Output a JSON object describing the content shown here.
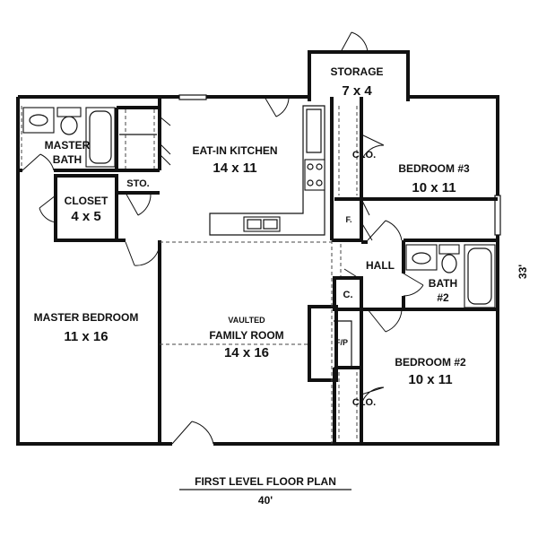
{
  "plan": {
    "title": "FIRST LEVEL FLOOR PLAN",
    "width_dim": "40'",
    "depth_dim": "33'"
  },
  "rooms": {
    "storage": {
      "name": "STORAGE",
      "size": "7 x 4"
    },
    "master_bath": {
      "name_line1": "MASTER",
      "name_line2": "BATH"
    },
    "sto": {
      "name": "STO."
    },
    "closet": {
      "name": "CLOSET",
      "size": "4 x 5"
    },
    "kitchen": {
      "name": "EAT-IN KITCHEN",
      "size": "14 x 11"
    },
    "clo_top": {
      "name": "CLO."
    },
    "bedroom3": {
      "name": "BEDROOM #3",
      "size": "10 x 11"
    },
    "f": {
      "name": "F."
    },
    "hall": {
      "name": "HALL"
    },
    "bath2": {
      "name_line1": "BATH",
      "name_line2": "#2"
    },
    "c": {
      "name": "C."
    },
    "master_bedroom": {
      "name": "MASTER BEDROOM",
      "size": "11 x 16"
    },
    "family_room": {
      "name_line1": "VAULTED",
      "name_line2": "FAMILY ROOM",
      "size": "14 x 16"
    },
    "fp": {
      "name": "F/P"
    },
    "clo_bottom": {
      "name": "CLO."
    },
    "bedroom2": {
      "name": "BEDROOM #2",
      "size": "10 x 11"
    }
  }
}
